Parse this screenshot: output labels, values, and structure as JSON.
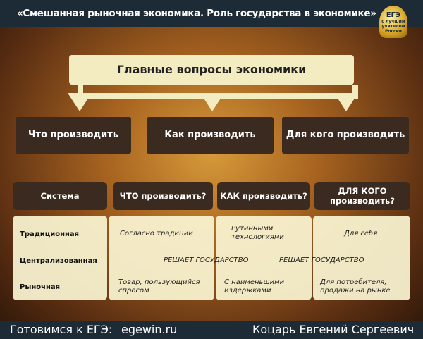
{
  "title": "«Смешанная рыночная экономика.  Роль государства в экономике»",
  "logo": {
    "line1": "ЕГЭ",
    "line2": "с лучшим учителем",
    "line3": "России"
  },
  "main_question": "Главные вопросы экономики",
  "questions": [
    "Что производить",
    "Как производить",
    "Для кого производить"
  ],
  "table": {
    "headers": [
      "Система",
      "ЧТО производить?",
      "КАК производить?",
      "ДЛЯ КОГО производить?"
    ],
    "rows": [
      {
        "system": "Традиционная",
        "what": "Согласно традиции",
        "how": "Рутинными технологиями",
        "whom": "Для себя"
      },
      {
        "system": "Централизованная",
        "what": "РЕШАЕТ ГОСУДАРСТВО",
        "whom": "РЕШАЕТ ГОСУДАРСТВО"
      },
      {
        "system": "Рыночная",
        "what": "Товар, пользующийся спросом",
        "how": "С наименьшими издержками",
        "whom": "Для потребителя, продажи на рынке"
      }
    ]
  },
  "footer": {
    "prep": "Готовимся к ЕГЭ:",
    "site": "egewin.ru",
    "author": "Коцарь Евгений Сергеевич"
  }
}
